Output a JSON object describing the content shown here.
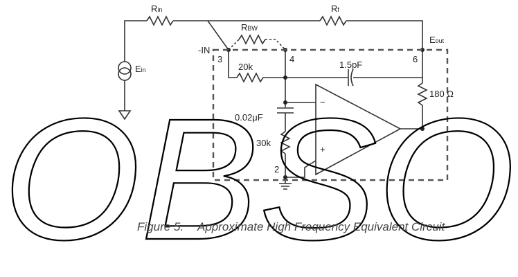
{
  "diagram": {
    "labels": {
      "rin": "R",
      "rin_sub": "in",
      "rf": "R",
      "rf_sub": "f",
      "rbw": "R",
      "rbw_sub": "BW",
      "eout": "E",
      "eout_sub": "out",
      "ein": "E",
      "ein_sub": "in",
      "minus_in": "-IN",
      "pin3": "3",
      "pin4": "4",
      "pin6": "6",
      "pin2": "2",
      "r20k": "20k",
      "c15pf": "1.5pF",
      "r180": "180 Ω",
      "c002uf": "0.02μF",
      "r30k": "30k",
      "op_minus": "−",
      "op_plus": "+"
    },
    "watermark": "OBSO",
    "caption": {
      "number": "Figure 5.",
      "title": "Approximate High Frequency Equivalent Circuit"
    }
  }
}
